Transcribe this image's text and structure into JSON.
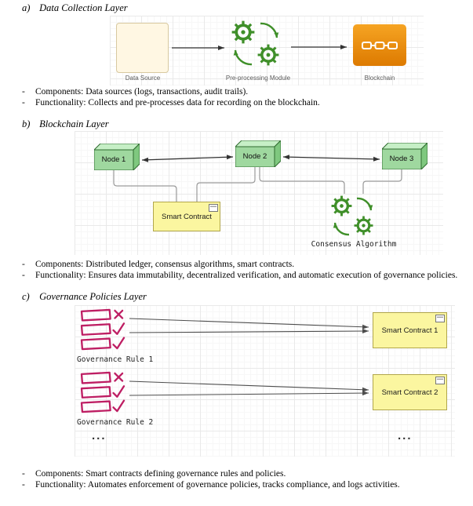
{
  "bullet_char": "-",
  "sections": {
    "a": {
      "letter": "a)",
      "title": "Data Collection Layer",
      "diagram": {
        "data_source": "Data Source",
        "preprocessing": "Pre-processing Module",
        "blockchain": "Blockchain"
      },
      "bullets": [
        "Components: Data sources (logs, transactions, audit trails).",
        "Functionality: Collects and pre-processes data for recording on the blockchain."
      ]
    },
    "b": {
      "letter": "b)",
      "title": "Blockchain Layer",
      "diagram": {
        "node1": "Node 1",
        "node2": "Node 2",
        "node3": "Node 3",
        "smart_contract": "Smart Contract",
        "consensus": "Consensus Algorithm"
      },
      "bullets": [
        "Components: Distributed ledger, consensus algorithms, smart contracts.",
        "Functionality: Ensures data immutability, decentralized verification, and automatic execution of governance policies."
      ]
    },
    "c": {
      "letter": "c)",
      "title": "Governance Policies Layer",
      "diagram": {
        "rule1": "Governance Rule 1",
        "rule2": "Governance Rule 2",
        "sc1": "Smart Contract 1",
        "sc2": "Smart Contract 2",
        "ellipsis": "..."
      },
      "bullets": [
        "Components: Smart contracts defining governance rules and policies.",
        "Functionality: Automates enforcement of governance policies, tracks compliance, and logs activities."
      ]
    }
  },
  "icons": {
    "preprocessing": "gears-cycle-icon",
    "blockchain": "chain-links-icon",
    "consensus": "gears-cycle-icon",
    "governance_rule": "checklist-icon",
    "note_badge": "note-badge-icon"
  },
  "colors": {
    "icon_green": "#3F8F29",
    "node_green": "#9FD89F",
    "note_yellow": "#FBF6A0",
    "rule_pink": "#BE1E63",
    "blockchain_orange": "#E8821E",
    "data_source_cream": "#FFF7E3"
  }
}
